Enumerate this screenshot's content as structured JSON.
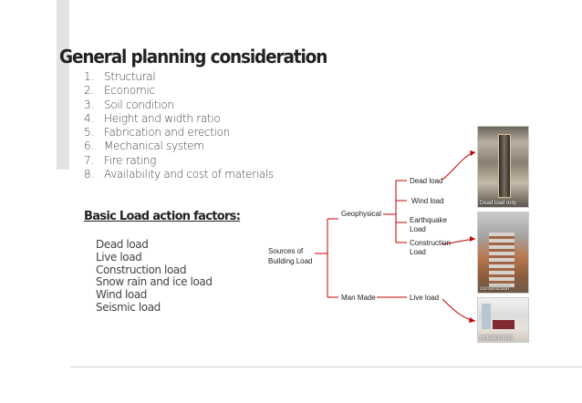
{
  "title": "General planning consideration",
  "planning_items": [
    {
      "num": "1.",
      "text": "Structural"
    },
    {
      "num": "2.",
      "text": "Economic"
    },
    {
      "num": "3.",
      "text": "Soil condition"
    },
    {
      "num": "4.",
      "text": "Height and width ratio"
    },
    {
      "num": "5.",
      "text": "Fabrication and erection"
    },
    {
      "num": "6.",
      "text": "Mechanical system"
    },
    {
      "num": "7.",
      "text": "Fire rating"
    },
    {
      "num": "8.",
      "text": "Availability and cost of materials"
    }
  ],
  "load_section": {
    "heading": "Basic Load action factors:",
    "items": [
      "Dead load",
      "Live load",
      "Construction load",
      "Snow rain and ice load",
      "Wind load",
      "Seismic load"
    ]
  },
  "diagram": {
    "root_line1": "Sources  of",
    "root_line2": "Building Load",
    "geophysical": "Geophysical",
    "man_made": "Man Made",
    "dead_load": "Dead load",
    "wind_load": "Wind load",
    "earthquake_line1": "Earthquake",
    "earthquake_line2": "Load",
    "construction_line1": "Construction",
    "construction_line2": "Load",
    "live_load": "Live load",
    "line_color": "#c00000"
  },
  "photos": [
    "Dead load only",
    "construction",
    "Hotel/Exhibits"
  ]
}
